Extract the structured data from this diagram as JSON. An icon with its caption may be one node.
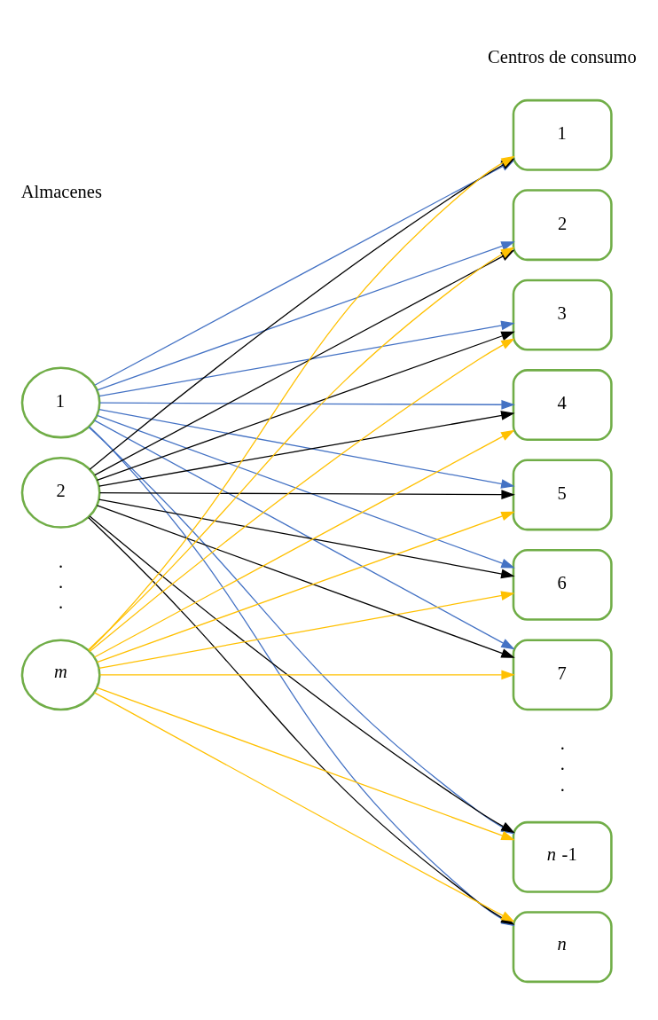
{
  "diagram": {
    "nodes": [
      {
        "text": [
          "1"
        ]
      },
      {
        "text": [
          "2"
        ]
      },
      {
        "text": [
          "*m*"
        ]
      },
      {
        "text": [
          "1"
        ]
      },
      {
        "text": [
          "2"
        ]
      },
      {
        "text": [
          "3"
        ]
      },
      {
        "text": [
          "4"
        ]
      },
      {
        "text": [
          "5"
        ]
      },
      {
        "text": [
          "6"
        ]
      },
      {
        "text": [
          "7"
        ]
      },
      {
        "text": [
          "*n* -1"
        ]
      },
      {
        "text": [
          "*n*"
        ]
      }
    ],
    "edges": [
      {
        "from": 0,
        "to": 3,
        "arrow": "to",
        "color": "#4472c4"
      },
      {
        "from": 0,
        "to": 4,
        "arrow": "to",
        "color": "#4472c4"
      },
      {
        "from": 0,
        "to": 5,
        "arrow": "to",
        "color": "#4472c4"
      },
      {
        "from": 0,
        "to": 6,
        "arrow": "to",
        "color": "#4472c4"
      },
      {
        "from": 0,
        "to": 7,
        "arrow": "to",
        "color": "#4472c4"
      },
      {
        "from": 0,
        "to": 8,
        "arrow": "to",
        "color": "#4472c4"
      },
      {
        "from": 0,
        "to": 9,
        "arrow": "to",
        "color": "#4472c4"
      },
      {
        "from": 0,
        "to": 10,
        "arrow": "to",
        "color": "#4472c4"
      },
      {
        "from": 0,
        "to": 11,
        "arrow": "to",
        "color": "#4472c4"
      },
      {
        "from": 1,
        "to": 3,
        "arrow": "to",
        "color": "#000000"
      },
      {
        "from": 1,
        "to": 4,
        "arrow": "to",
        "color": "#000000"
      },
      {
        "from": 1,
        "to": 5,
        "arrow": "to",
        "color": "#000000"
      },
      {
        "from": 1,
        "to": 6,
        "arrow": "to",
        "color": "#000000"
      },
      {
        "from": 1,
        "to": 7,
        "arrow": "to",
        "color": "#000000"
      },
      {
        "from": 1,
        "to": 8,
        "arrow": "to",
        "color": "#000000"
      },
      {
        "from": 1,
        "to": 9,
        "arrow": "to",
        "color": "#000000"
      },
      {
        "from": 1,
        "to": 10,
        "arrow": "to",
        "color": "#000000"
      },
      {
        "from": 1,
        "to": 11,
        "arrow": "to",
        "color": "#000000"
      },
      {
        "from": 2,
        "to": 3,
        "arrow": "to",
        "color": "#ffc000"
      },
      {
        "from": 2,
        "to": 4,
        "arrow": "to",
        "color": "#ffc000"
      },
      {
        "from": 2,
        "to": 5,
        "arrow": "to",
        "color": "#ffc000"
      },
      {
        "from": 2,
        "to": 6,
        "arrow": "to",
        "color": "#ffc000"
      },
      {
        "from": 2,
        "to": 7,
        "arrow": "to",
        "color": "#ffc000"
      },
      {
        "from": 2,
        "to": 8,
        "arrow": "to",
        "color": "#ffc000"
      },
      {
        "from": 2,
        "to": 9,
        "arrow": "to",
        "color": "#ffc000"
      },
      {
        "from": 2,
        "to": 10,
        "arrow": "to",
        "color": "#ffc000"
      },
      {
        "from": 2,
        "to": 11,
        "arrow": "to",
        "color": "#ffc000"
      }
    ],
    "labels": [
      "Centros de consumo",
      "Almacenes",
      ".",
      ".",
      ".",
      ".",
      ".",
      "."
    ]
  }
}
